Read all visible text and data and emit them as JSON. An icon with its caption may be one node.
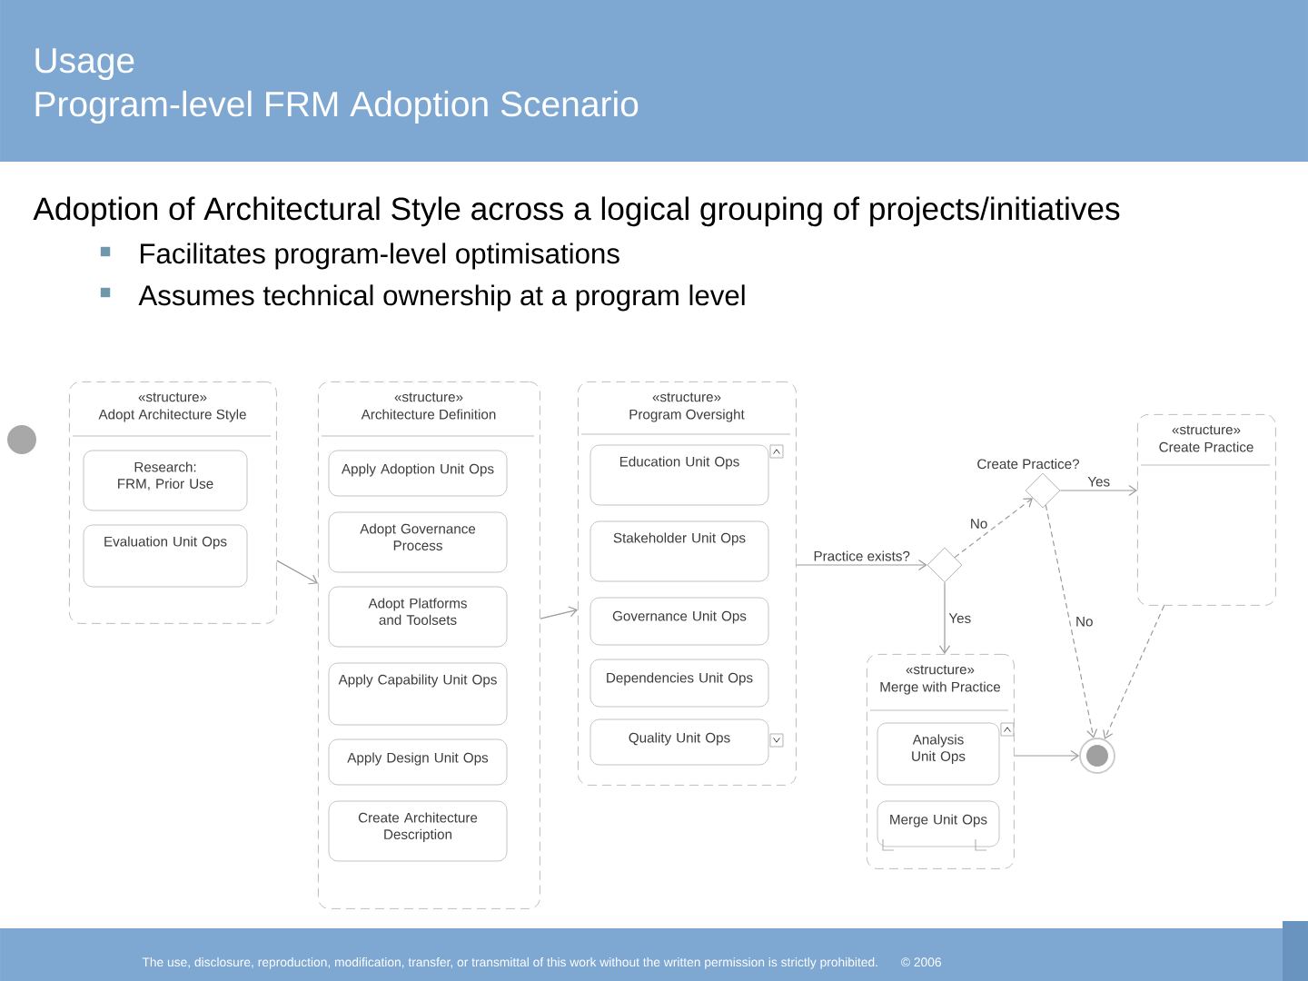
{
  "diagram": {
    "title": "Usage",
    "nodes": [
      {
        "text": [],
        "shape": "circle"
      },
      {
        "text": [
          "«structure»",
          "Adopt Architecture Style"
        ]
      },
      {
        "text": [
          "Research: FRM, Prior Use"
        ],
        "in": 1
      },
      {
        "text": [
          "Evaluation Unit Ops"
        ],
        "in": 1
      },
      {
        "text": [
          "«structure»",
          "Architecture Definition"
        ]
      },
      {
        "text": [
          "Apply Adoption Unit Ops"
        ],
        "in": 4
      },
      {
        "text": [
          "Adopt Governance Process"
        ],
        "in": 4
      },
      {
        "text": [
          "Adopt Platforms and Toolsets"
        ],
        "in": 4
      },
      {
        "text": [
          "Apply Capability Unit Ops"
        ],
        "in": 4
      },
      {
        "text": [
          "Apply Design Unit Ops"
        ],
        "in": 4
      },
      {
        "text": [
          "Create Architecture Description"
        ],
        "in": 4
      },
      {
        "text": [
          "«structure»",
          "Program Oversight"
        ]
      },
      {
        "text": [
          "Education Unit Ops"
        ],
        "in": 11
      },
      {
        "text": [
          "Stakeholder Unit Ops"
        ],
        "in": 11
      },
      {
        "text": [
          "Governance Unit Ops"
        ],
        "in": 11
      },
      {
        "text": [
          "Dependencies Unit Ops"
        ],
        "in": 11
      },
      {
        "text": [
          "Quality Unit Ops"
        ],
        "in": 11
      },
      {
        "text": [],
        "shape": "diamond"
      },
      {
        "text": [],
        "shape": "diamond",
        "beside": [
          "Create Practice?"
        ]
      },
      {
        "text": [
          "«structure»",
          "Create Practice"
        ]
      },
      {
        "text": [
          "«structure»",
          "Merge with Practice"
        ]
      },
      {
        "text": [
          "Analysis Unit Ops"
        ],
        "in": 20
      },
      {
        "text": [
          "Merge Unit Ops"
        ],
        "in": 20
      },
      {
        "text": [],
        "shape": "bullseye"
      }
    ],
    "edges": [
      {
        "from": 1,
        "to": 4,
        "arrow": "to"
      },
      {
        "from": 4,
        "to": 11,
        "arrow": "to"
      },
      {
        "from": 11,
        "to": 17,
        "arrow": "to",
        "label": "Practice exists?"
      },
      {
        "from": 17,
        "to": 18,
        "arrow": "to",
        "label": "No",
        "style": "dashed"
      },
      {
        "from": 18,
        "to": 19,
        "arrow": "to",
        "label": "Yes"
      },
      {
        "from": 17,
        "to": 20,
        "arrow": "to",
        "label": "Yes"
      },
      {
        "from": 18,
        "to": 23,
        "arrow": "to",
        "label": "No",
        "style": "dashed"
      },
      {
        "from": 19,
        "to": 23,
        "arrow": "to",
        "style": "dashed"
      },
      {
        "from": 20,
        "to": 23,
        "arrow": "to"
      }
    ],
    "labels": [
      "Program-level FRM Adoption Scenario",
      "Adoption of Architectural Style across a logical grouping of projects/initiatives",
      "Facilitates program-level optimisations",
      "Assumes technical ownership at a program level",
      "The use, disclosure, reproduction, modification, transfer, or transmittal of this work without the written permission is strictly prohibited.",
      "© 2006"
    ]
  }
}
